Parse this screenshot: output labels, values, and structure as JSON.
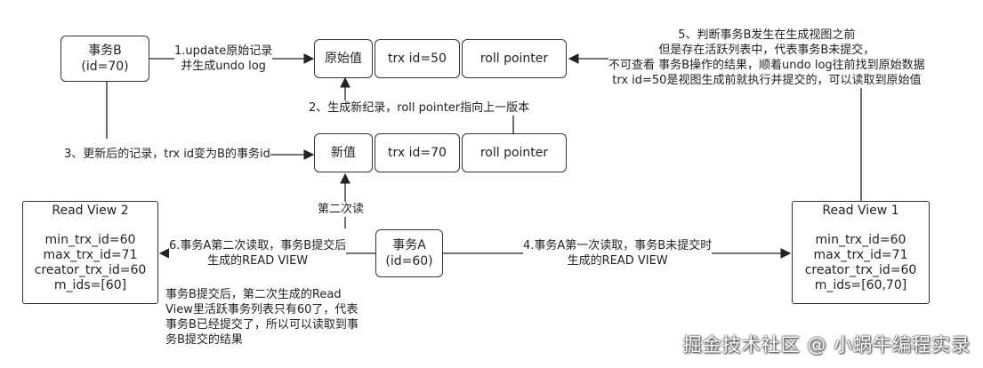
{
  "transaction_b": {
    "name": "事务B",
    "id_text": "(id=70)"
  },
  "transaction_a": {
    "name": "事务A",
    "id_text": "(id=60)"
  },
  "old_record": {
    "value": "原始值",
    "trx_id": "trx  id=50",
    "roll_pointer": "roll  pointer"
  },
  "new_record": {
    "value": "新值",
    "trx_id": "trx  id=70",
    "roll_pointer": "roll  pointer"
  },
  "read_view_1": {
    "title": "Read View 1",
    "fields": [
      "min_trx_id=60",
      "max_trx_id=71",
      "creator_trx_id=60",
      "m_ids=[60,70]"
    ]
  },
  "read_view_2": {
    "title": "Read View 2",
    "fields": [
      "min_trx_id=60",
      "max_trx_id=71",
      "creator_trx_id=60",
      "m_ids=[60]"
    ]
  },
  "annotations": {
    "step1": [
      "1.update原始记录",
      "并生成undo log"
    ],
    "step2": "2、生成新纪录，roll  pointer指向上一版本",
    "step3": "3、更新后的记录，trx  id变为B的事务id",
    "step4": [
      "4.事务A第一次读取，事务B未提交时",
      "生成的READ VIEW"
    ],
    "step5": [
      "5、判断事务B发生在生成视图之前",
      "但是存在活跃列表中，代表事务B未提交，",
      "不可查看 事务B操作的结果，顺着undo log往前找到原始数据",
      "trx  id=50是视图生成前就执行并提交的，可以读取到原始值"
    ],
    "step6": [
      "6.事务A第二次读取，事务B提交后",
      "生成的READ VIEW"
    ],
    "second_read": "第二次读",
    "note": [
      "事务B提交后，第二次生成的Read",
      "View里活跃事务列表只有60了，代表",
      "事务B已经提交了，所以可以读取到事",
      "务B提交的结果"
    ]
  },
  "watermark": "掘金技术社区 @ 小蜗牛编程实录"
}
